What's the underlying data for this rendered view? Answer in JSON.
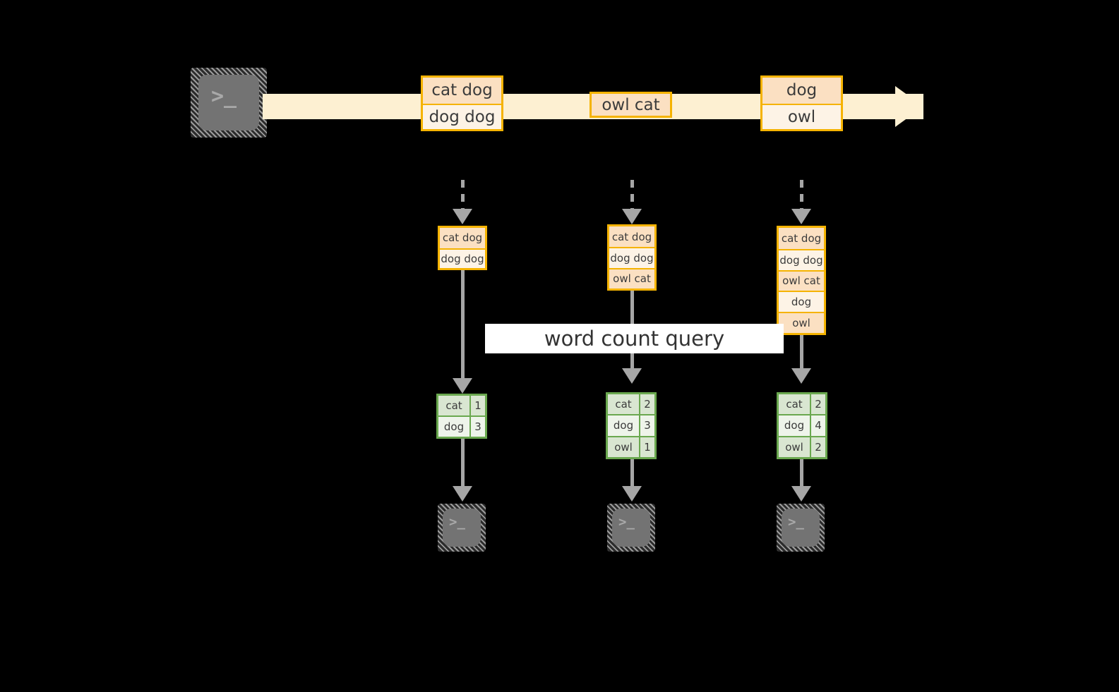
{
  "diagram": {
    "title_label": "word count query",
    "colors": {
      "stream_band": "#fdf0d2",
      "record_border": "#f5b301",
      "record_fill_dark": "#fbe0c2",
      "record_fill_light": "#fdf3e6",
      "result_border": "#6aa84f",
      "result_fill_dark": "#d9e6d1",
      "result_fill_light": "#eef4ea",
      "arrow": "#a6a6a6",
      "terminal": "#737373",
      "background": "#000000",
      "label_band": "#ffffff"
    },
    "source": {
      "icon": "terminal-icon",
      "glyph": ">_"
    },
    "stream": {
      "icon": "arrow-right-icon",
      "records": [
        {
          "lines": [
            "cat dog",
            "dog dog"
          ]
        },
        {
          "lines": [
            "owl cat"
          ]
        },
        {
          "lines": [
            "dog",
            "owl"
          ]
        }
      ]
    },
    "snapshots": [
      {
        "name": "snapshot-1",
        "rows": [
          "cat dog",
          "dog dog"
        ],
        "results": [
          {
            "word": "cat",
            "count": "1"
          },
          {
            "word": "dog",
            "count": "3"
          }
        ],
        "sink": {
          "icon": "terminal-icon",
          "glyph": ">_"
        }
      },
      {
        "name": "snapshot-2",
        "rows": [
          "cat dog",
          "dog dog",
          "owl cat"
        ],
        "results": [
          {
            "word": "cat",
            "count": "2"
          },
          {
            "word": "dog",
            "count": "3"
          },
          {
            "word": "owl",
            "count": "1"
          }
        ],
        "sink": {
          "icon": "terminal-icon",
          "glyph": ">_"
        }
      },
      {
        "name": "snapshot-3",
        "rows": [
          "cat dog",
          "dog dog",
          "owl cat",
          "dog",
          "owl"
        ],
        "results": [
          {
            "word": "cat",
            "count": "2"
          },
          {
            "word": "dog",
            "count": "4"
          },
          {
            "word": "owl",
            "count": "2"
          }
        ],
        "sink": {
          "icon": "terminal-icon",
          "glyph": ">_"
        }
      }
    ]
  }
}
